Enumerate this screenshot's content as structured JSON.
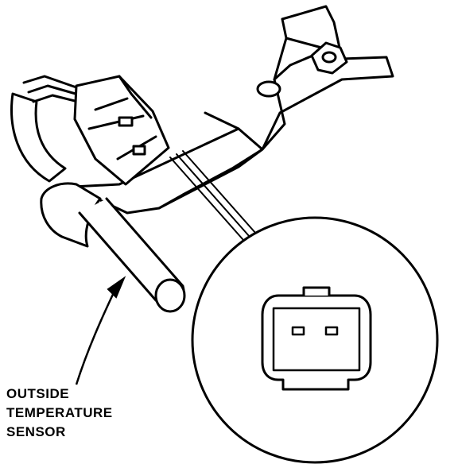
{
  "callout": {
    "label_lines": [
      "OUTSIDE",
      "TEMPERATURE",
      "SENSOR"
    ]
  },
  "icons": {
    "sensor_assembly": "outside-temperature-sensor-illustration",
    "connector_detail": "two-pin-connector-face-icon"
  },
  "colors": {
    "ink": "#000000",
    "paper": "#ffffff"
  }
}
